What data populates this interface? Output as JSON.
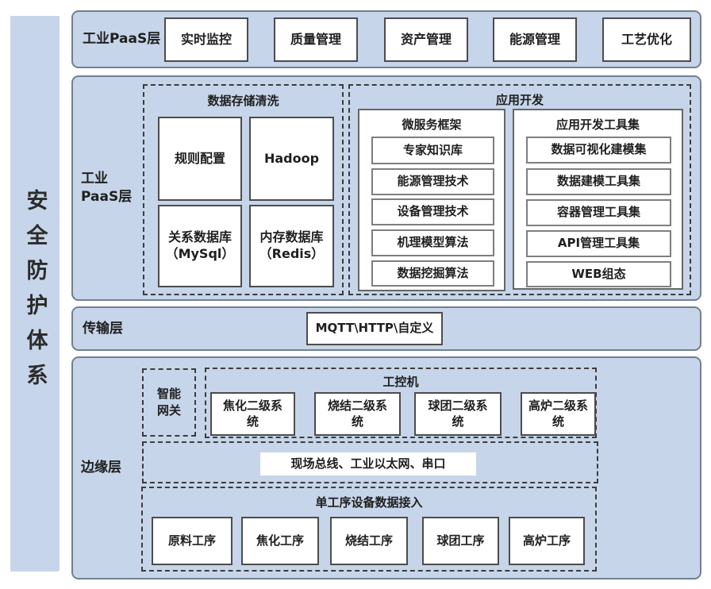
{
  "colors": {
    "panel_blue": "#c6d5e9",
    "section_border": "#72808f",
    "dashed_border": "#3c3c3c",
    "box_border": "#4c4c4c",
    "text": "#1f1f1f"
  },
  "sidebar": {
    "label": "安全防护体系"
  },
  "app_layer": {
    "label": "工业PaaS层",
    "boxes": [
      "实时监控",
      "质量管理",
      "资产管理",
      "能源管理",
      "工艺优化"
    ]
  },
  "paas_layer": {
    "label": "工业\nPaaS层",
    "storage": {
      "title": "数据存储清洗",
      "boxes": [
        "规则配置",
        "Hadoop",
        "关系数据库\n（MySql）",
        "内存数据库\n（Redis）"
      ]
    },
    "appdev": {
      "title": "应用开发",
      "microservice": {
        "title": "微服务框架",
        "items": [
          "专家知识库",
          "能源管理技术",
          "设备管理技术",
          "机理模型算法",
          "数据挖掘算法"
        ]
      },
      "toolset": {
        "title": "应用开发工具集",
        "items": [
          "数据可视化建模集",
          "数据建模工具集",
          "容器管理工具集",
          "API管理工具集",
          "WEB组态"
        ]
      }
    }
  },
  "transport_layer": {
    "label": "传输层",
    "box": "MQTT\\HTTP\\自定义"
  },
  "edge_layer": {
    "label": "边缘层",
    "gateway": "智能\n网关",
    "ipc": {
      "title": "工控机",
      "boxes": [
        "焦化二级系\n统",
        "烧结二级系\n统",
        "球团二级系\n统",
        "高炉二级系\n统"
      ]
    },
    "fieldbus": "现场总线、工业以太网、串口",
    "access": {
      "title": "单工序设备数据接入",
      "boxes": [
        "原料工序",
        "焦化工序",
        "烧结工序",
        "球团工序",
        "高炉工序"
      ]
    }
  }
}
